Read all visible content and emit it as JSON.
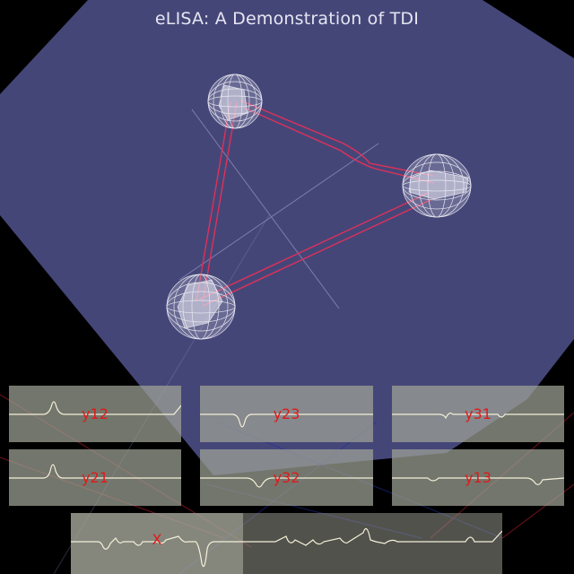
{
  "title": "eLISA: A Demonstration of TDI",
  "colors": {
    "background": "#000000",
    "plane": "#454678",
    "laser": "#e0305a",
    "signal": "#f4f0d8",
    "label": "#e0191a",
    "panel": "#a0a496"
  },
  "panels": {
    "y12": "y12",
    "y23": "y23",
    "y31": "y31",
    "y21": "y21",
    "y32": "y32",
    "y13": "y13",
    "x": "X"
  }
}
